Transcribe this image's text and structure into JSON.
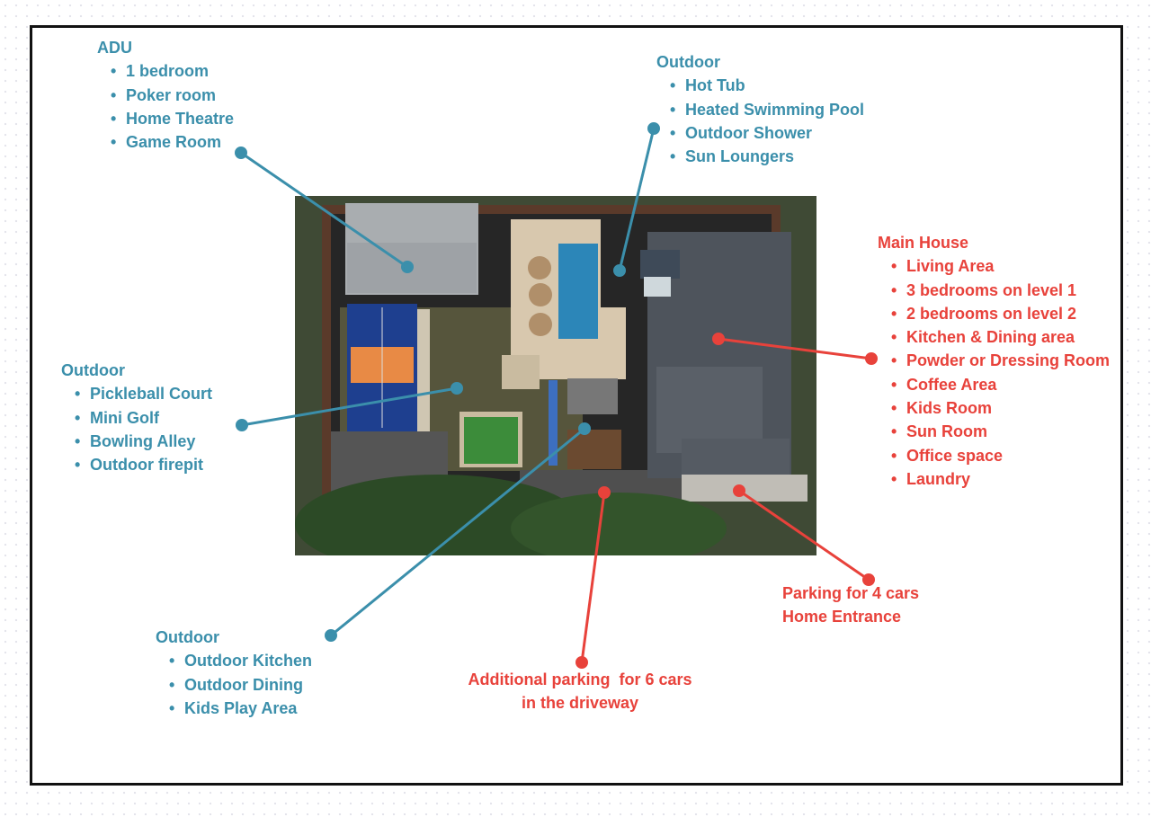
{
  "adu": {
    "title": "ADU",
    "items": [
      "1 bedroom",
      "Poker room",
      "Home Theatre",
      "Game Room"
    ]
  },
  "outdoor_pool": {
    "title": "Outdoor",
    "items": [
      "Hot Tub",
      "Heated Swimming Pool",
      "Outdoor Shower",
      "Sun Loungers"
    ]
  },
  "outdoor_yard": {
    "title": "Outdoor",
    "items": [
      "Pickleball Court",
      "Mini Golf",
      "Bowling Alley",
      "Outdoor firepit"
    ]
  },
  "outdoor_kitchen": {
    "title": "Outdoor",
    "items": [
      "Outdoor Kitchen",
      "Outdoor Dining",
      "Kids Play Area"
    ]
  },
  "main_house": {
    "title": "Main House",
    "items": [
      "Living Area",
      "3 bedrooms on level 1",
      "2 bedrooms on level 2",
      "Kitchen & Dining area",
      "Powder or Dressing Room",
      "Coffee Area",
      "Kids Room",
      "Sun Room",
      "Office space",
      "Laundry"
    ]
  },
  "parking_entrance": {
    "line1": "Parking for 4 cars",
    "line2": "Home Entrance"
  },
  "driveway": {
    "line1": "Additional parking  for 6 cars",
    "line2": "in the driveway"
  },
  "colors": {
    "teal": "#3b8fab",
    "red": "#e8423b"
  }
}
